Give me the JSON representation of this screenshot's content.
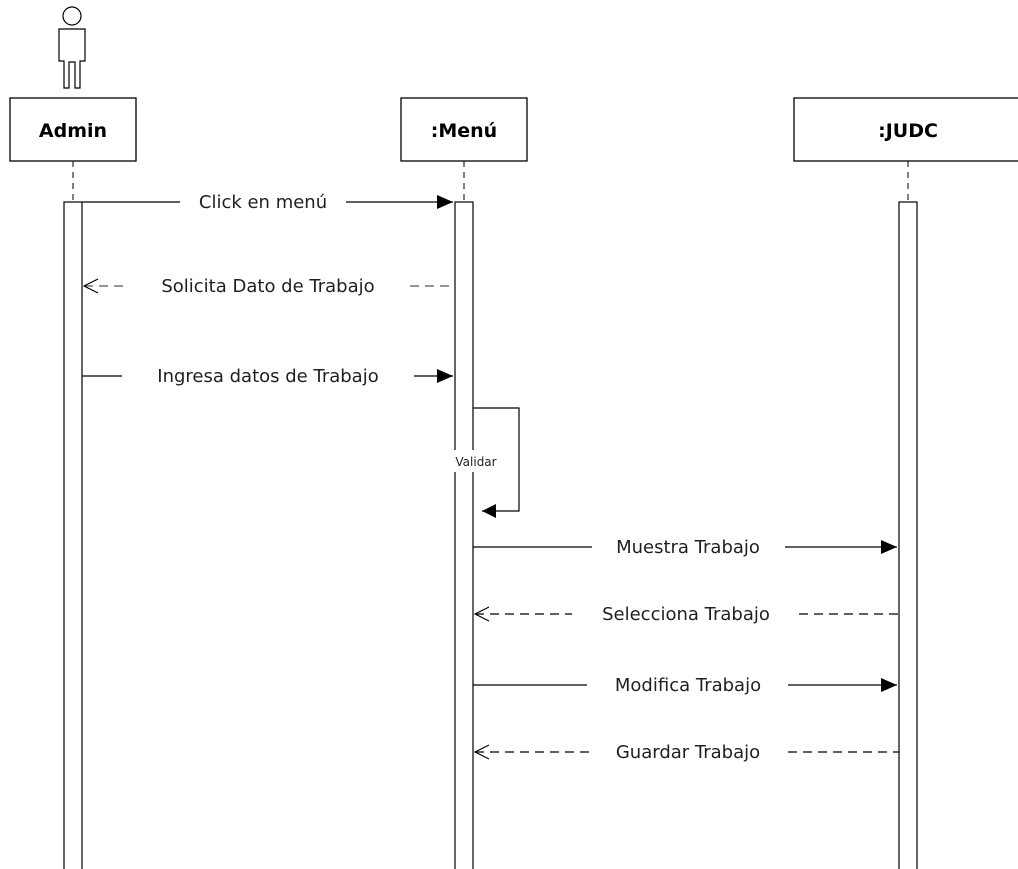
{
  "participants": [
    {
      "id": "admin",
      "label": "Admin"
    },
    {
      "id": "menu",
      "label": ":Menú"
    },
    {
      "id": "judc",
      "label": ":JUDC"
    }
  ],
  "messages": [
    {
      "label": "Click en menú",
      "from": "admin",
      "to": "menu",
      "style": "solid"
    },
    {
      "label": "Solicita Dato de Trabajo",
      "from": "menu",
      "to": "admin",
      "style": "dashed"
    },
    {
      "label": "Ingresa datos de Trabajo",
      "from": "admin",
      "to": "menu",
      "style": "solid"
    },
    {
      "label": "Validar",
      "from": "menu",
      "to": "menu",
      "style": "self"
    },
    {
      "label": "Muestra Trabajo",
      "from": "menu",
      "to": "judc",
      "style": "solid"
    },
    {
      "label": "Selecciona Trabajo",
      "from": "judc",
      "to": "menu",
      "style": "dashed"
    },
    {
      "label": "Modifica Trabajo",
      "from": "menu",
      "to": "judc",
      "style": "solid"
    },
    {
      "label": "Guardar Trabajo",
      "from": "judc",
      "to": "menu",
      "style": "dashed"
    }
  ],
  "colors": {
    "line": "#000000",
    "dashed_line": "#555555",
    "text": "#1f1f1f"
  }
}
